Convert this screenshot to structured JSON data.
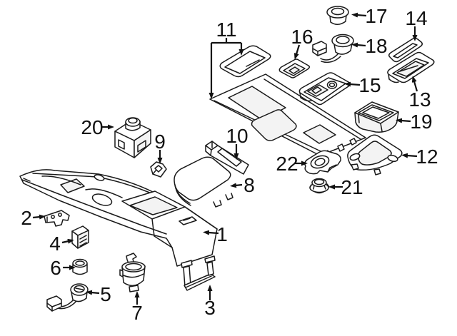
{
  "figure": {
    "kind": "exploded-parts-diagram",
    "subject": "center-console-assembly"
  },
  "style": {
    "background": "#ffffff",
    "line_color": "#1a1a1a",
    "label_color": "#111111"
  },
  "callouts": [
    {
      "number": "1",
      "part": "center-console-housing"
    },
    {
      "number": "2",
      "part": "front-mounting-bracket"
    },
    {
      "number": "3",
      "part": "rear-mounting-bracket"
    },
    {
      "number": "4",
      "part": "vented-insert"
    },
    {
      "number": "5",
      "part": "power-outlet-socket-with-harness"
    },
    {
      "number": "6",
      "part": "socket-cap"
    },
    {
      "number": "7",
      "part": "cup-holder-insert"
    },
    {
      "number": "8",
      "part": "armrest-lid"
    },
    {
      "number": "9",
      "part": "retaining-clip"
    },
    {
      "number": "10",
      "part": "lid-frame-bracket"
    },
    {
      "number": "11",
      "part": "console-trim-panel-and-cover"
    },
    {
      "number": "12",
      "part": "shifter-surround-trim"
    },
    {
      "number": "13",
      "part": "storage-tray-insert"
    },
    {
      "number": "14",
      "part": "tray-rubber-mat"
    },
    {
      "number": "15",
      "part": "rear-switch-panel"
    },
    {
      "number": "16",
      "part": "small-switch-trim"
    },
    {
      "number": "17",
      "part": "lighter-knob"
    },
    {
      "number": "18",
      "part": "lighter-socket-with-harness"
    },
    {
      "number": "19",
      "part": "storage-box"
    },
    {
      "number": "20",
      "part": "control-switch-unit"
    },
    {
      "number": "21",
      "part": "rotary-knob"
    },
    {
      "number": "22",
      "part": "controller-bezel"
    }
  ]
}
